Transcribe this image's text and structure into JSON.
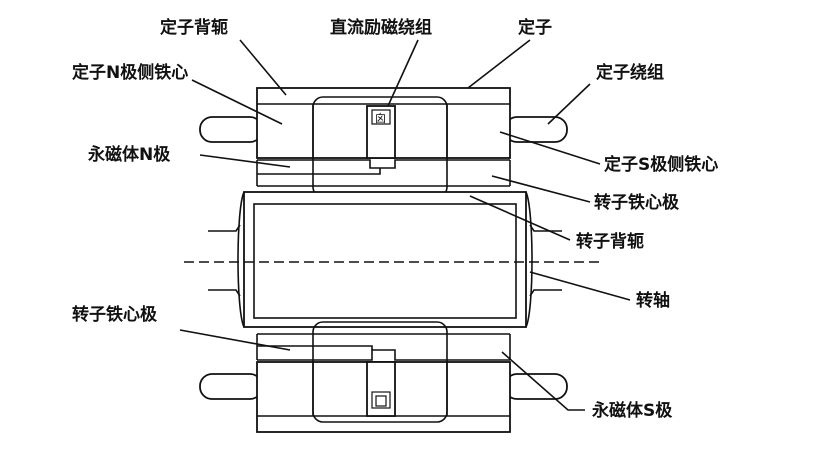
{
  "labels": {
    "stator_yoke": "定子背轭",
    "dc_excitation_winding": "直流励磁绕组",
    "stator": "定子",
    "stator_n_pole_side_core": "定子N极侧铁心",
    "stator_winding": "定子绕组",
    "pm_n_pole": "永磁体N极",
    "stator_s_pole_side_core": "定子S极侧铁心",
    "rotor_core_pole_right": "转子铁心极",
    "rotor_yoke": "转子背轭",
    "shaft": "转轴",
    "rotor_core_pole_left": "转子铁心极",
    "pm_s_pole": "永磁体S极"
  }
}
